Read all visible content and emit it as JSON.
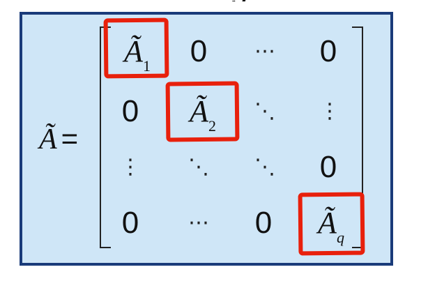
{
  "top_fragment": "g",
  "lhs": {
    "symbol": "Ã",
    "equals": "="
  },
  "matrix": {
    "r1": [
      "Ã",
      "0",
      "⋯",
      "0"
    ],
    "r2": [
      "0",
      "Ã",
      "⋱",
      "⋮"
    ],
    "r3": [
      "⋮",
      "⋱",
      "⋱",
      "0"
    ],
    "r4": [
      "0",
      "⋯",
      "0",
      "Ã"
    ],
    "subscripts": {
      "a1": "1",
      "a2": "2",
      "aq": "q"
    }
  },
  "colors": {
    "panel_bg": "#cfe6f7",
    "panel_border": "#1a3b7a",
    "highlight": "#e8200c"
  }
}
